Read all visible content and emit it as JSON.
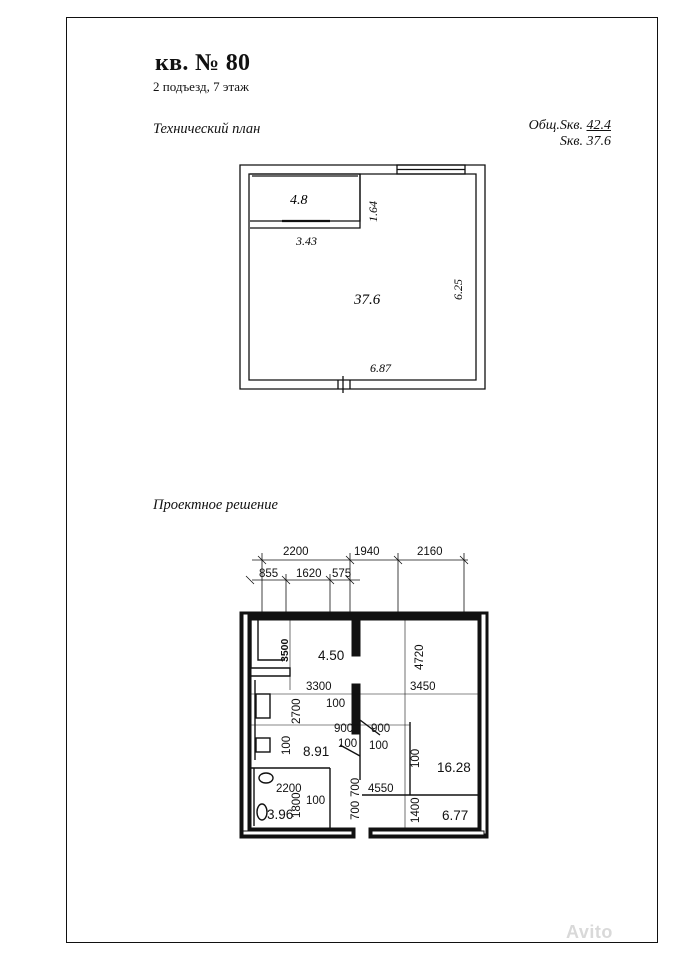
{
  "header": {
    "title": "кв. № 80",
    "subtitle": "2 подъезд, 7 этаж"
  },
  "technical_plan": {
    "heading": "Технический план",
    "total_area_label": "Общ.Sкв.",
    "total_area_value": "42.4",
    "living_area_label": "Sкв.",
    "living_area_value": "37.6",
    "balcony_area": "4.8",
    "main_area": "37.6",
    "dim_balcony_width": "3.43",
    "dim_balcony_depth": "1.64",
    "dim_room_depth": "6.25",
    "dim_room_width": "6.87"
  },
  "design_solution": {
    "heading": "Проектное решение",
    "top_dims_row1": [
      "2200",
      "1940",
      "2160"
    ],
    "top_dims_row2": [
      "855",
      "1620",
      "575"
    ],
    "room_areas": {
      "balcony": "4.50",
      "kitchen_living": "8.91",
      "bedroom": "16.28",
      "bathroom": "3.96",
      "hall": "6.77"
    },
    "inner_dims": {
      "balcony_height": "3500",
      "bedroom_height": "4720",
      "kitchen_width": "3300",
      "bedroom_width": "3450",
      "kitchen_height": "2700",
      "wall_a": "100",
      "door_a": "900",
      "door_b": "900",
      "wall_b": "100",
      "wall_c": "100",
      "wall_d": "100",
      "wall_e": "100",
      "bath_width": "2200",
      "bath_height": "1800",
      "wall_f": "100",
      "corridor_a": "700",
      "corridor_b": "700",
      "hall_width": "4550",
      "hall_height": "1400"
    }
  },
  "watermark": "Avito"
}
